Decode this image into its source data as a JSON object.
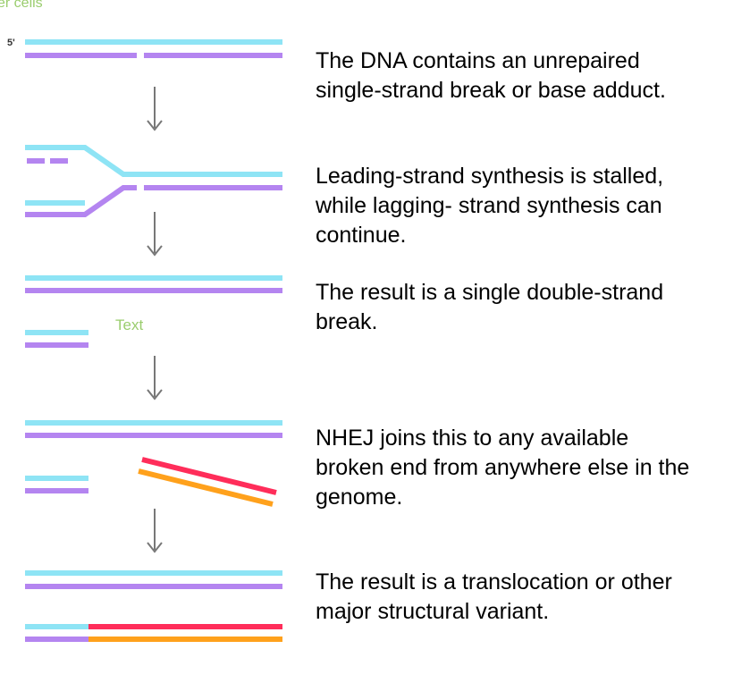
{
  "header_fragment": "er cells",
  "five_prime_label": "5'",
  "placeholder_label": "Text",
  "colors": {
    "cyan_strand": "#8ee4f5",
    "purple_strand": "#b485f0",
    "red_strand": "#ff2d5a",
    "orange_strand": "#ffa11c",
    "arrow": "#777777",
    "green_text": "#9acd6e"
  },
  "steps": [
    {
      "text": "The DNA contains an unrepaired single-strand break or base adduct."
    },
    {
      "text": "Leading-strand synthesis is stalled, while lagging- strand synthesis can continue."
    },
    {
      "text": "The result is a single double-strand break."
    },
    {
      "text": "NHEJ joins this to any available broken end from anywhere else in the genome."
    },
    {
      "text": "The result is a translocation or other major structural variant."
    }
  ]
}
